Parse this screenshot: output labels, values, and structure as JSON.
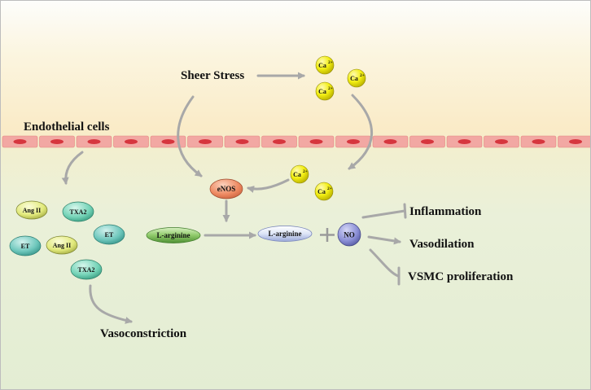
{
  "labels": {
    "sheer_stress": "Sheer Stress",
    "endothelial_cells": "Endothelial cells",
    "vasoconstriction": "Vasoconstriction",
    "inflammation": "Inflammation",
    "vasodilation": "Vasodilation",
    "vsmc_proliferation": "VSMC proliferation"
  },
  "molecules": {
    "calcium": "Ca",
    "calcium_charge": "2+",
    "enos": "eNOS",
    "l_arginine": "L-arginine",
    "no": "NO",
    "ang2": "Ang II",
    "txa2": "TXA2",
    "et": "ET"
  },
  "colors": {
    "arrow": "#a8a8a8",
    "calcium": "#f2ee12",
    "enos": "#ee8a62",
    "l_arginine_left": "#8fca6a",
    "l_arginine_right": "#dde5f7",
    "no": "#8b8fd6",
    "ang2": "#e2ea7c",
    "txa2": "#74d3b7",
    "et": "#6ec7bc",
    "cell_body": "#f2a8a3",
    "cell_nucleus": "#d6363e"
  }
}
